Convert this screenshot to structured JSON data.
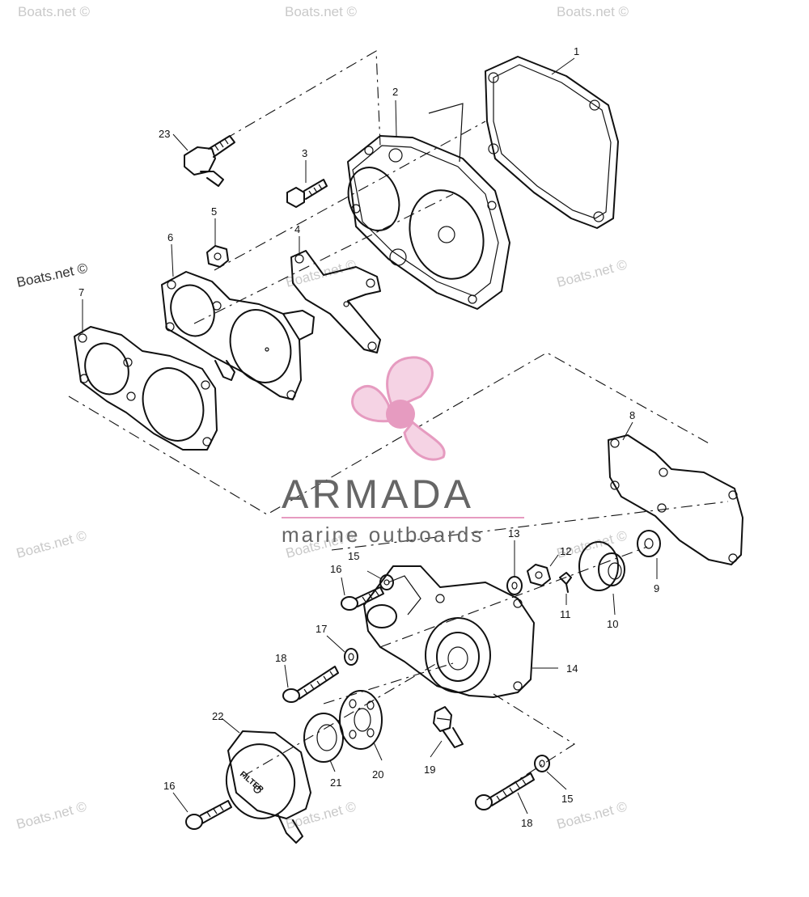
{
  "watermarks": {
    "text": "Boats.net ©"
  },
  "brand": {
    "name": "ARMADA",
    "tagline": "marine outboards",
    "accent_color": "#e69bc0",
    "text_color": "#666666"
  },
  "callouts": {
    "c1": "1",
    "c2": "2",
    "c3": "3",
    "c4": "4",
    "c5": "5",
    "c6": "6",
    "c7": "7",
    "c8": "8",
    "c9": "9",
    "c10": "10",
    "c11": "11",
    "c12": "12",
    "c13": "13",
    "c14": "14",
    "c15a": "15",
    "c15b": "15",
    "c16a": "16",
    "c16b": "16",
    "c17": "17",
    "c18a": "18",
    "c18b": "18",
    "c19": "19",
    "c20": "20",
    "c21": "21",
    "c22": "22",
    "c23": "23"
  },
  "filter_label": "FILTER"
}
